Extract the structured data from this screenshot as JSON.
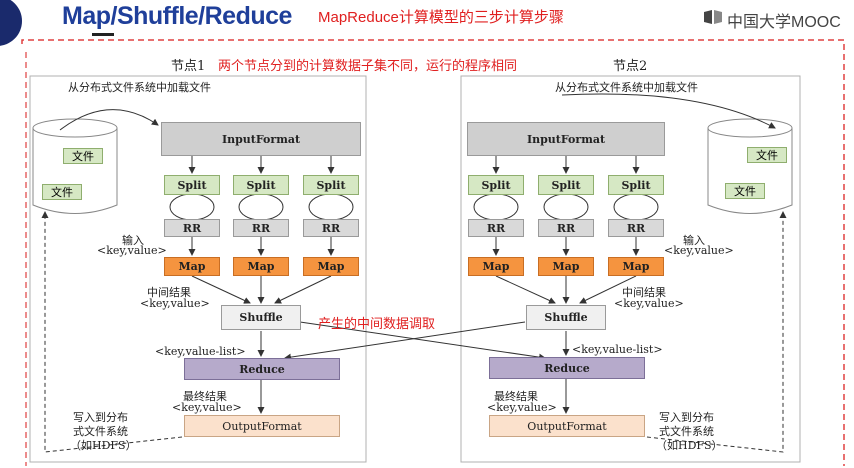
{
  "header": {
    "title": "Map/Shuffle/Reduce",
    "subtitle": "MapReduce计算模型的三步计算步骤",
    "logo": "中国大学MOOC"
  },
  "node1": {
    "label": "节点1",
    "load_from": "从分布式文件系统中加载文件",
    "file1": "文件",
    "file2": "文件",
    "input_format": "InputFormat",
    "split": "Split",
    "rr": "RR",
    "map": "Map",
    "input_label": "输入",
    "input_kv": "<key,value>",
    "mid_label": "中间结果",
    "mid_kv": "<key,value>",
    "shuffle": "Shuffle",
    "kvlist": "<key,value-list>",
    "reduce": "Reduce",
    "final_label": "最终结果",
    "final_kv": "<key,value>",
    "output_format": "OutputFormat",
    "write1": "写入到分布",
    "write2": "式文件系统",
    "write3": "（如HDFS）"
  },
  "node2": {
    "label": "节点2",
    "load_from": "从分布式文件系统中加载文件",
    "file1": "文件",
    "file2": "文件",
    "input_format": "InputFormat",
    "split": "Split",
    "rr": "RR",
    "map": "Map",
    "input_label": "输入",
    "input_kv": "<key,value>",
    "mid_label": "中间结果",
    "mid_kv": "<key,value>",
    "shuffle": "Shuffle",
    "kvlist": "<key,value-list>",
    "reduce": "Reduce",
    "final_label": "最终结果",
    "final_kv": "<key,value>",
    "output_format": "OutputFormat",
    "write1": "写入到分布",
    "write2": "式文件系统",
    "write3": "（如HDFS）"
  },
  "annotations": {
    "split_note": "两个节点分到的计算数据子集不同，运行的程序相同",
    "shuffle_note": "产生的中间数据调取"
  },
  "colors": {
    "title": "#1f3f9a",
    "annotation": "#e02020",
    "map": "#f5943f",
    "reduce": "#b6aacb",
    "split": "#d6e8c4"
  }
}
